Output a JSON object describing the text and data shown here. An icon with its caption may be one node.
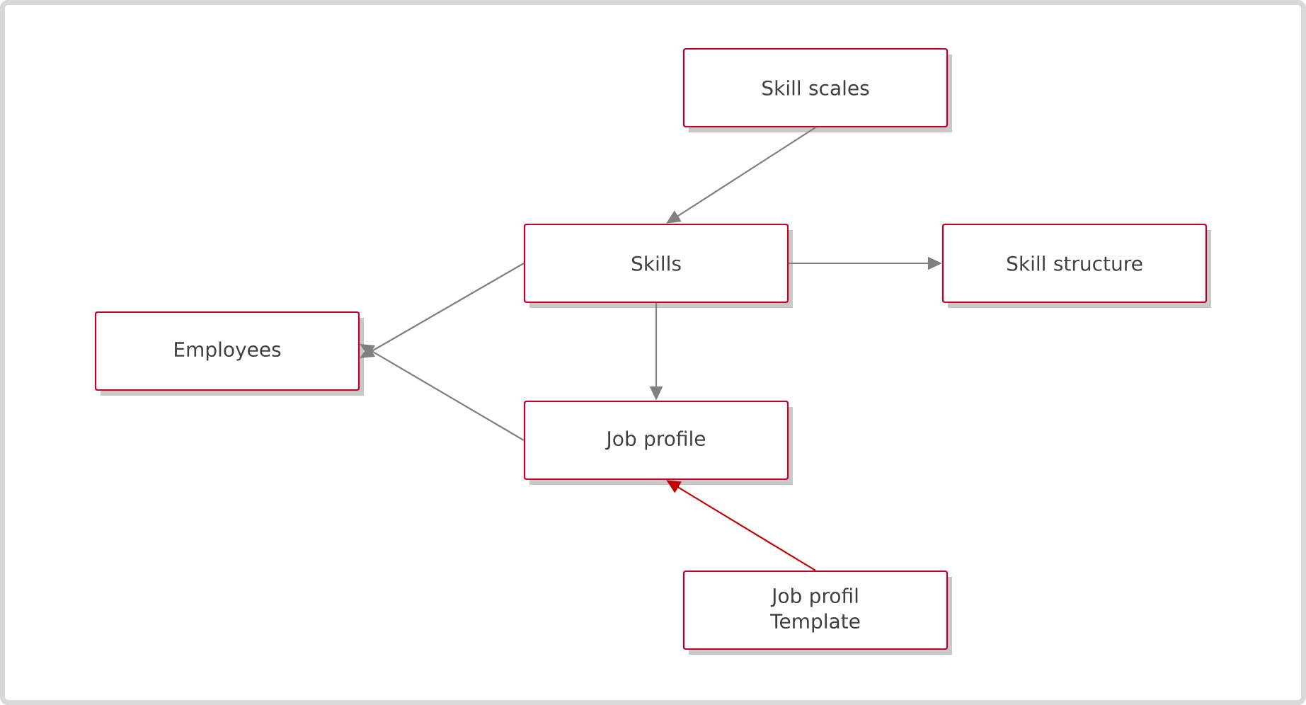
{
  "diagram": {
    "nodes": [
      {
        "text": [
          "Skill scales"
        ]
      },
      {
        "text": [
          "Skills"
        ]
      },
      {
        "text": [
          "Skill structure"
        ]
      },
      {
        "text": [
          "Employees"
        ]
      },
      {
        "text": [
          "Job profile"
        ]
      },
      {
        "text": [
          "Job profil Template"
        ]
      }
    ],
    "edges": [
      {
        "from": 0,
        "to": 1,
        "arrow": "to"
      },
      {
        "from": 1,
        "to": 2,
        "arrow": "to"
      },
      {
        "from": 1,
        "to": 4,
        "arrow": "to"
      },
      {
        "from": 1,
        "to": 3,
        "arrow": "to"
      },
      {
        "from": 4,
        "to": 3,
        "arrow": "to"
      },
      {
        "from": 5,
        "to": 4,
        "arrow": "to",
        "color": "#c00000"
      }
    ]
  }
}
